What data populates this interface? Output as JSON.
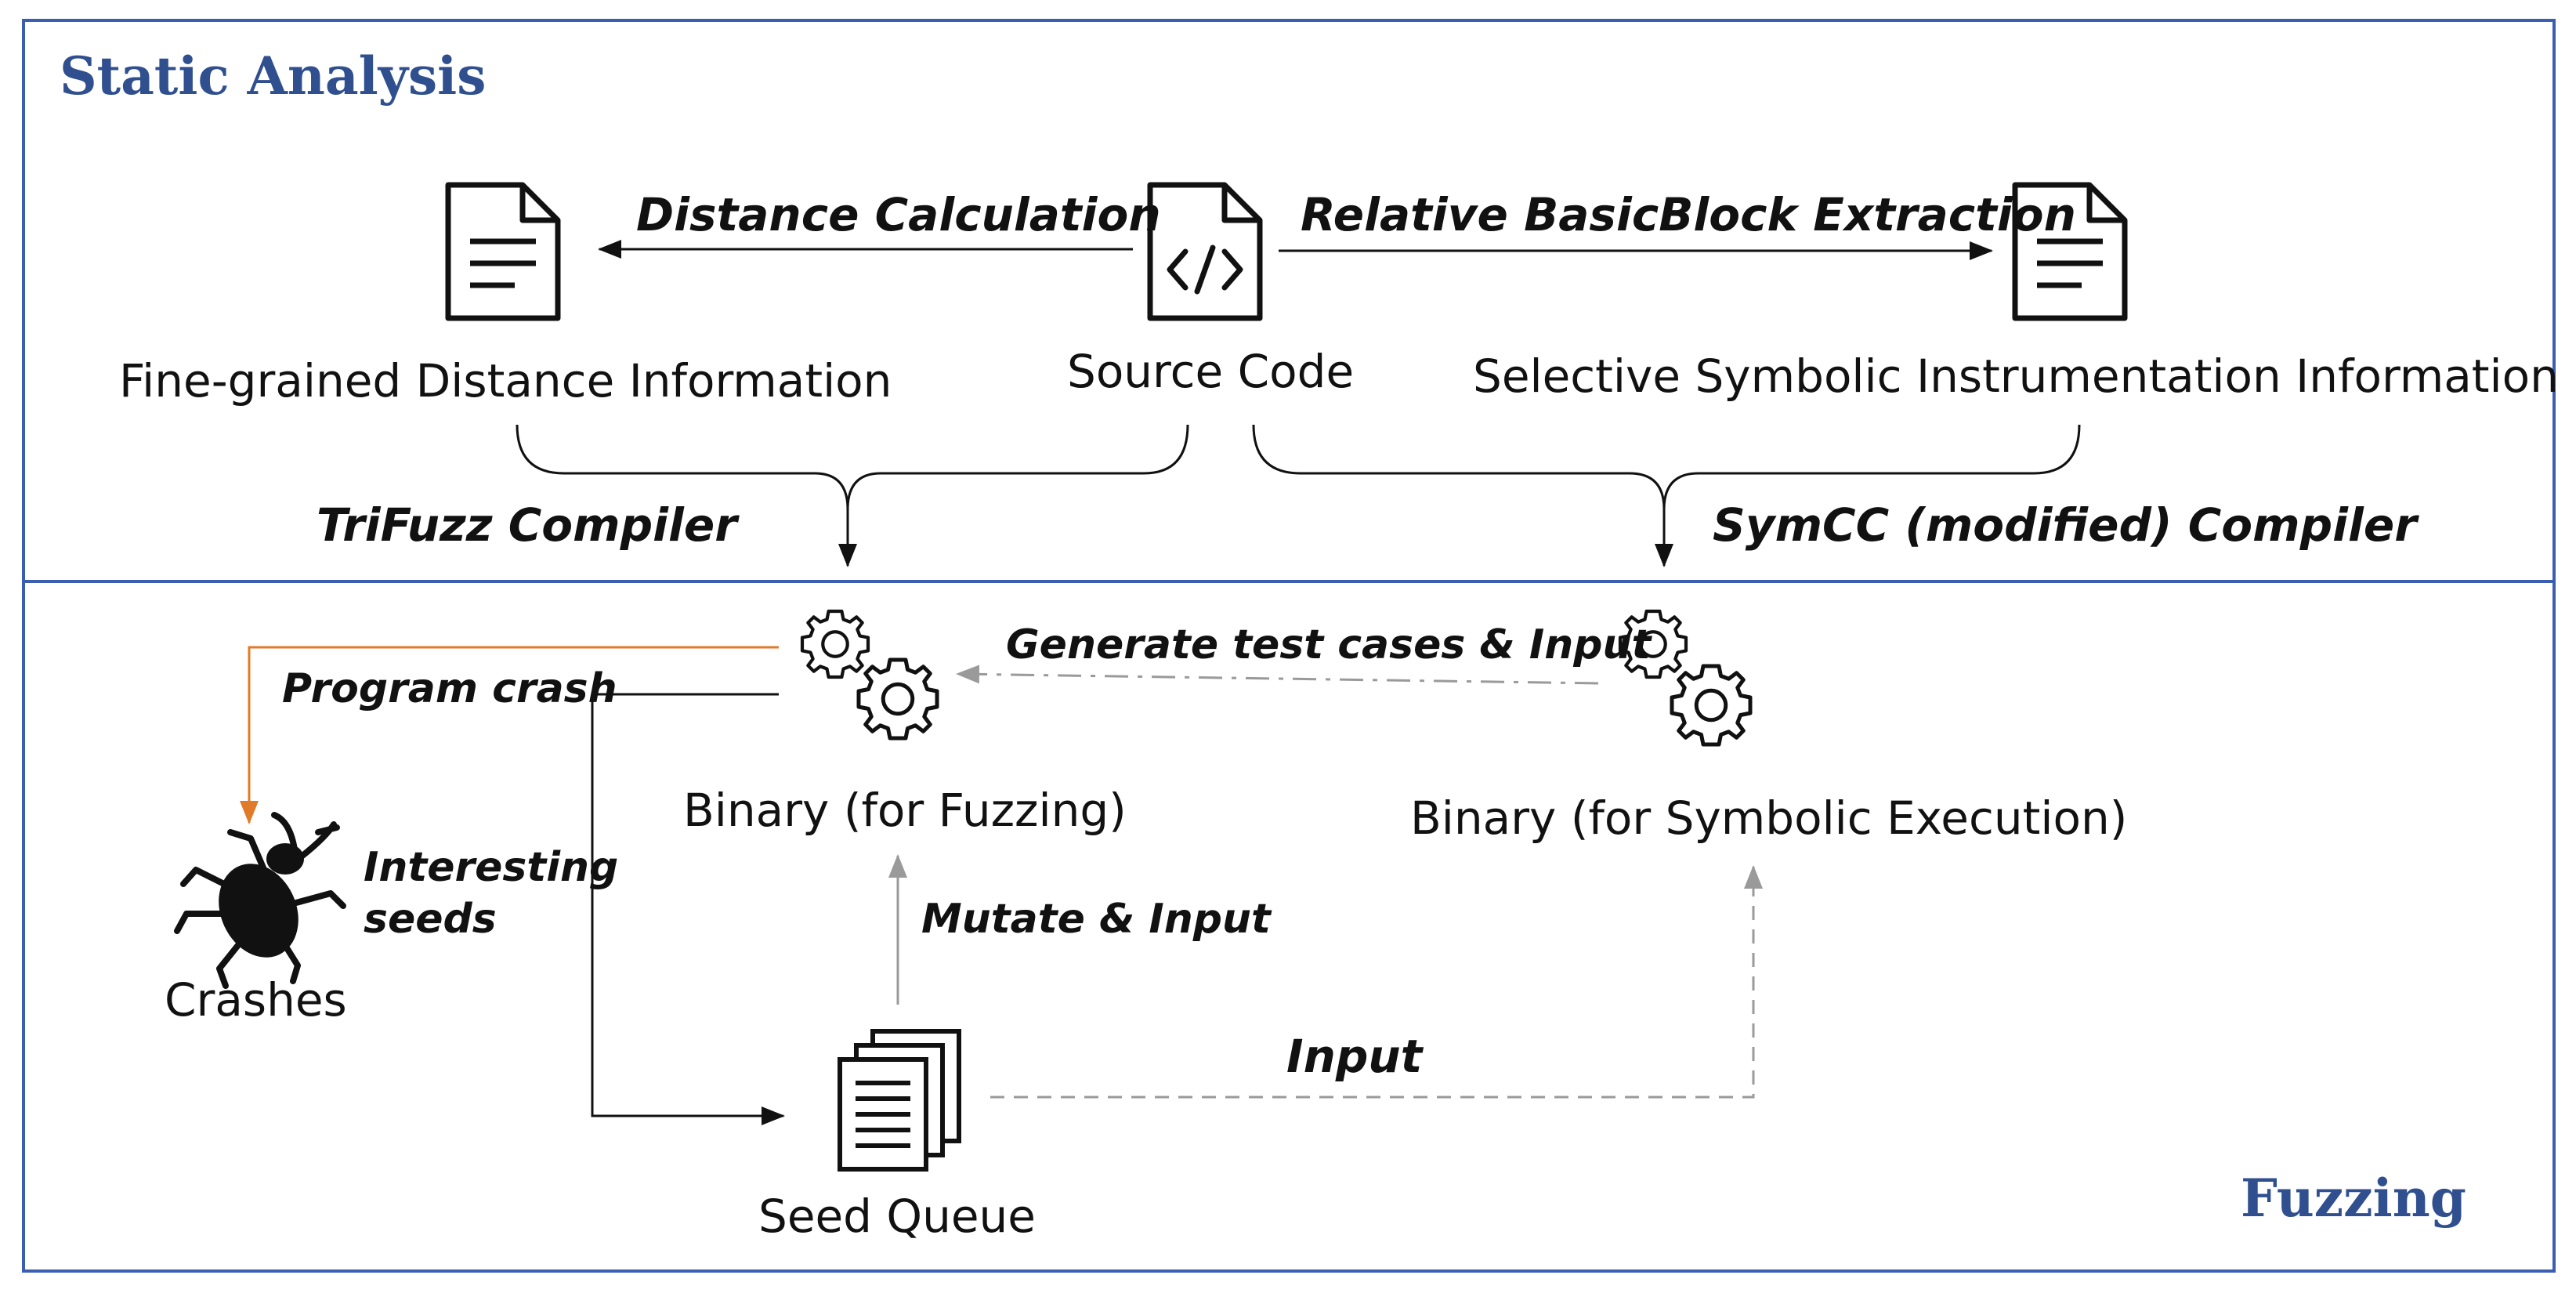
{
  "sections": {
    "static_title": "Static Analysis",
    "fuzzing_title": "Fuzzing"
  },
  "nodes": {
    "source_code": "Source Code",
    "distance_info": "Fine-grained Distance Information",
    "symbolic_info": "Selective Symbolic Instrumentation Information",
    "binary_fuzzing": "Binary (for Fuzzing)",
    "binary_symbolic": "Binary (for Symbolic Execution)",
    "crashes": "Crashes",
    "seed_queue": "Seed Queue"
  },
  "edges": {
    "distance_calc": "Distance Calculation",
    "bb_extraction": "Relative BasicBlock Extraction",
    "trifuzz_compiler": "TriFuzz Compiler",
    "symcc_compiler": "SymCC (modified) Compiler",
    "generate_tests": "Generate test cases & Input",
    "program_crash": "Program crash",
    "interesting_seeds_1": "Interesting",
    "interesting_seeds_2": "seeds",
    "mutate_input": "Mutate & Input",
    "input": "Input"
  },
  "colors": {
    "border": "#3a5fb0",
    "title": "#2f4f8f",
    "crash_arrow": "#e07b2a",
    "gray_arrow": "#9a9a9a"
  },
  "icons": [
    "document-icon",
    "code-file-icon",
    "gears-icon",
    "bug-icon",
    "stacked-documents-icon"
  ]
}
